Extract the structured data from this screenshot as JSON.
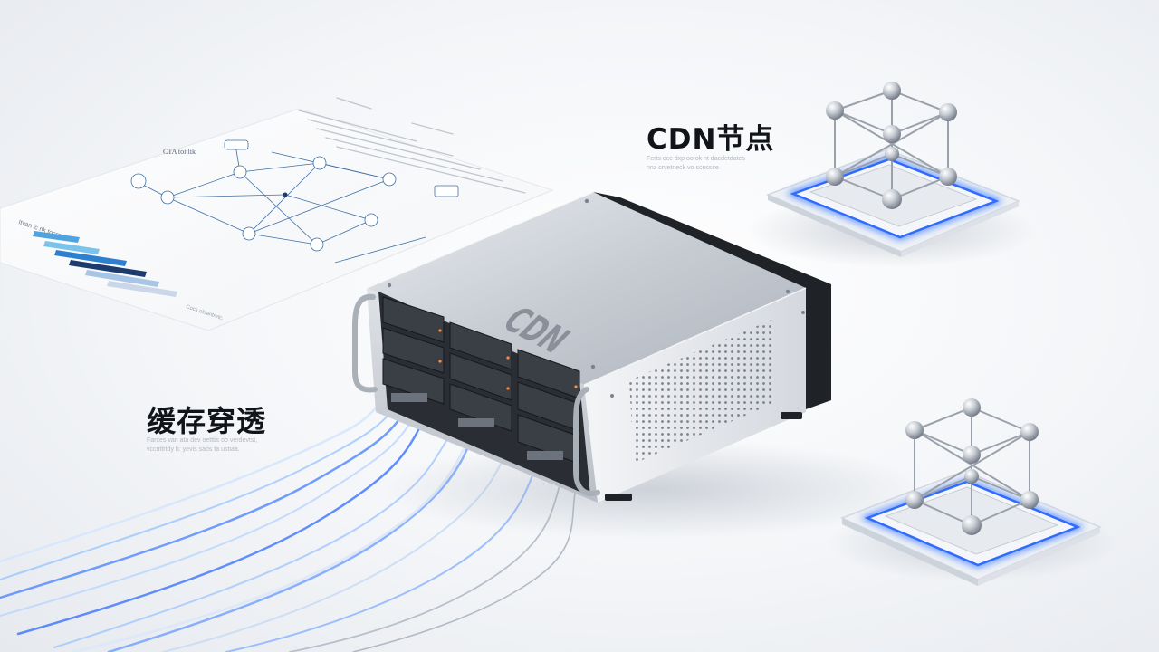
{
  "labels": {
    "cdn_nodes": {
      "title": "CDN节点",
      "sub_line1": "Ferts occ dxp oo ok nt dacdetdates",
      "sub_line2": "nnz crvetneck vo scnssce"
    },
    "cache": {
      "title": "缓存穿透",
      "sub_line1": "Farces van ata dev oetttis oo verdevtst,",
      "sub_line2": "vccuttrtdy h: yevis saos ta ustiaa."
    }
  },
  "server": {
    "brand": "CDN"
  },
  "document": {
    "chart_title": "Itvan ic nk tocsro",
    "network_title": "CTA toitlik",
    "footer_text": "Cocs oloantretc."
  },
  "colors": {
    "accent_blue": "#2f6bff",
    "glow_blue": "#4d86ff",
    "metal": "#c9ced6",
    "dark_metal": "#23272d"
  }
}
